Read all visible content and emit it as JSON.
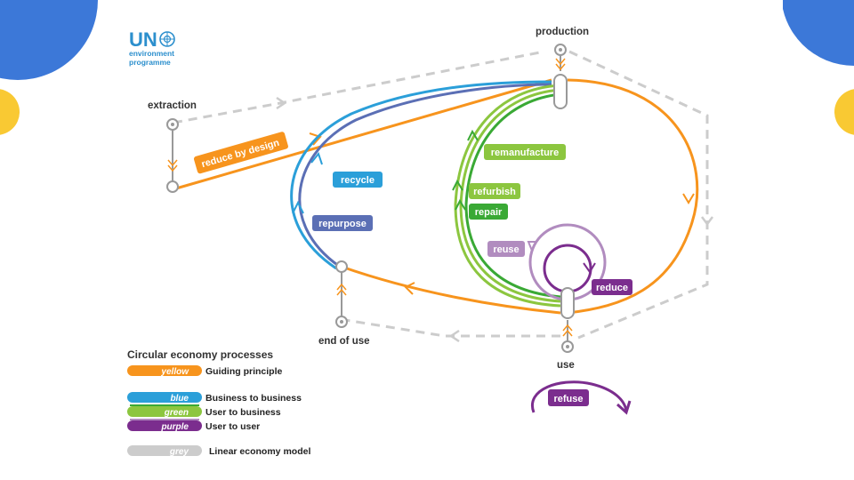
{
  "colors": {
    "orange": "#f7941d",
    "blue": "#2b9fd9",
    "green_light": "#8cc63f",
    "green_dark": "#3aa935",
    "purple_dark": "#7b2d8e",
    "purple_light": "#b18cbf",
    "grey": "#cccccc",
    "slate": "#5b6fb5",
    "corner_blue": "#3c78d8",
    "corner_yellow": "#f9c933"
  },
  "logo": {
    "mark": "UN",
    "line1": "environment",
    "line2": "programme"
  },
  "nodes": {
    "production": "production",
    "extraction": "extraction",
    "end_of_use": "end of use",
    "use": "use"
  },
  "processes": {
    "reduce_by_design": "reduce by design",
    "recycle": "recycle",
    "repurpose": "repurpose",
    "remanufacture": "remanufacture",
    "refurbish": "refurbish",
    "repair": "repair",
    "reuse": "reuse",
    "reduce": "reduce",
    "refuse": "refuse"
  },
  "legend": {
    "title": "Circular economy processes",
    "items": [
      {
        "pill": "yellow",
        "desc": "Guiding principle"
      },
      {
        "pill": "blue",
        "desc": "Business to business"
      },
      {
        "pill": "green",
        "desc": "User to business"
      },
      {
        "pill": "purple",
        "desc": "User to user"
      },
      {
        "pill": "grey",
        "desc": "Linear economy model"
      }
    ]
  }
}
